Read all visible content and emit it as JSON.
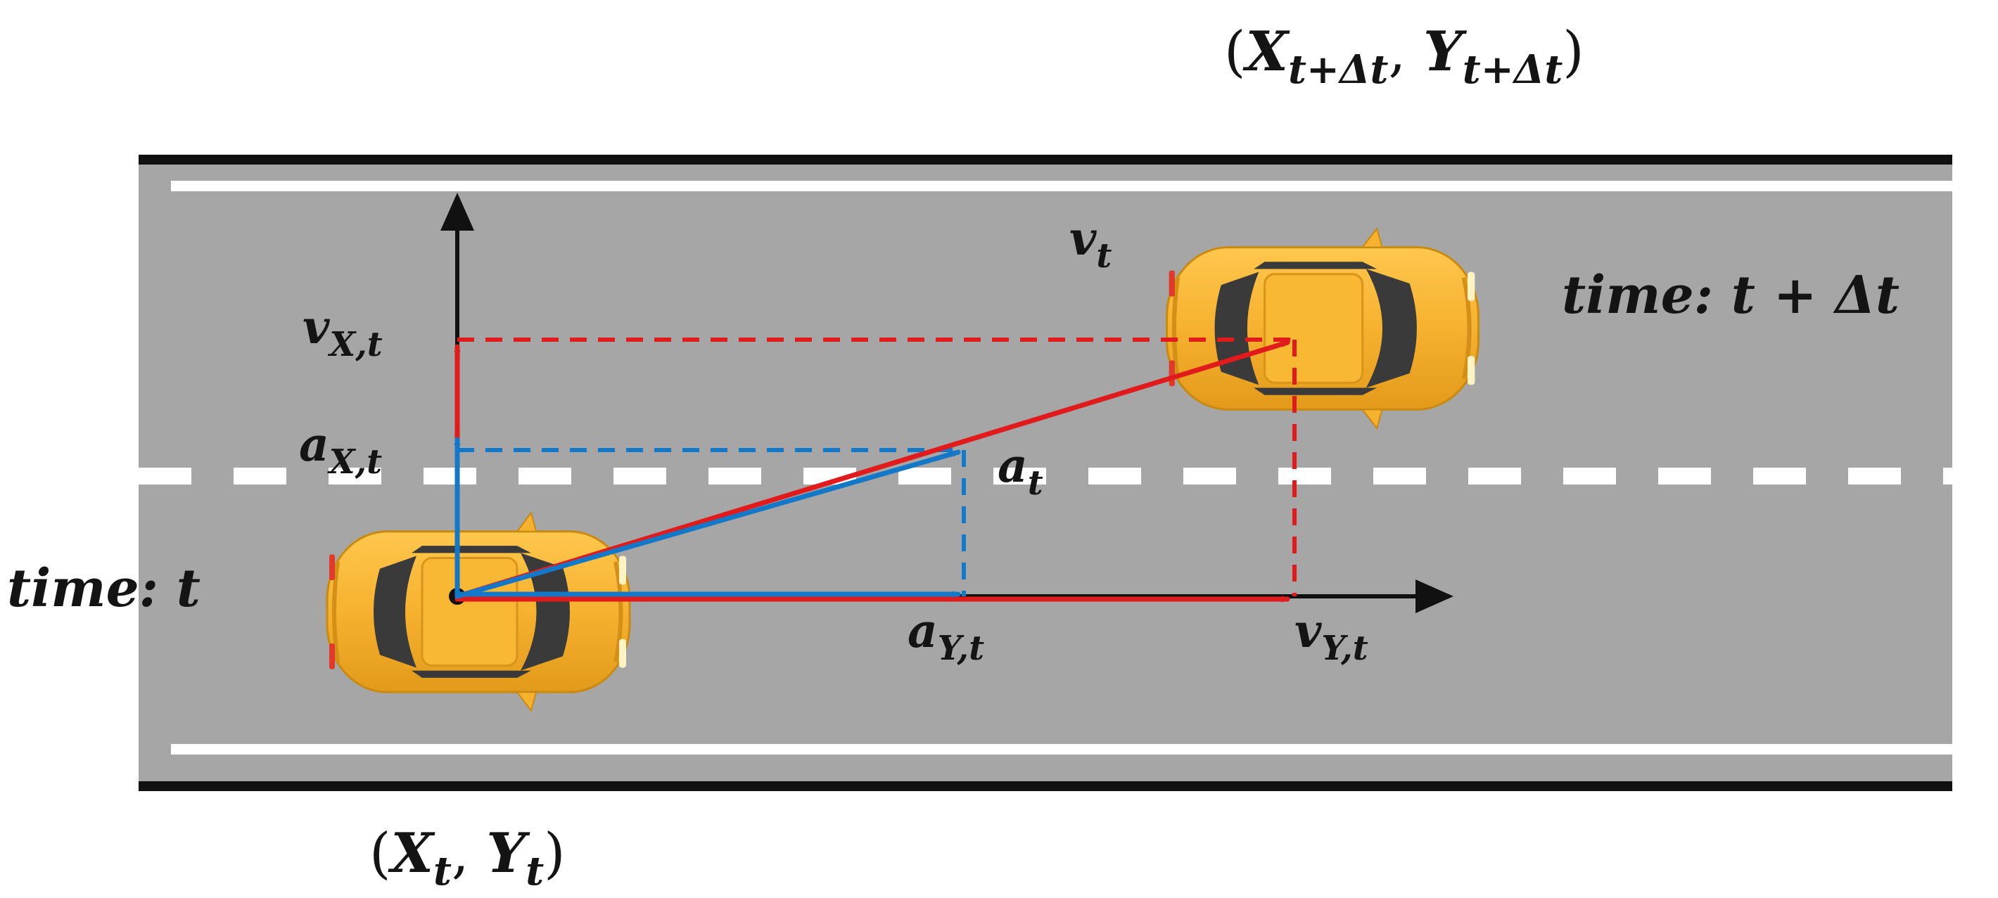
{
  "labels": {
    "top_point": {
      "X": "X",
      "Y": "Y",
      "sub": "t+Δt"
    },
    "bottom_point": {
      "X": "X",
      "Y": "Y",
      "sub": "t"
    },
    "time_t": {
      "word": "time",
      "value": "t"
    },
    "time_t_dt": {
      "word": "time",
      "value": "t + Δt"
    },
    "v_t": {
      "sym": "v",
      "sub": "t"
    },
    "v_x": {
      "sym": "v",
      "sub": "X,t"
    },
    "a_x": {
      "sym": "a",
      "sub": "X,t"
    },
    "a_t": {
      "sym": "a",
      "sub": "t"
    },
    "a_y": {
      "sym": "a",
      "sub": "Y,t"
    },
    "v_y": {
      "sym": "v",
      "sub": "Y,t"
    }
  },
  "colors": {
    "road": "#a6a6a6",
    "road_edge": "#111111",
    "lane_marking": "#ffffff",
    "velocity": "#e11b1b",
    "acceleration": "#1478c8",
    "axis": "#111111",
    "car_body": "#f6b12f",
    "car_glass": "#3a3a3a"
  },
  "icons": {
    "car": "car-top-view-icon"
  }
}
